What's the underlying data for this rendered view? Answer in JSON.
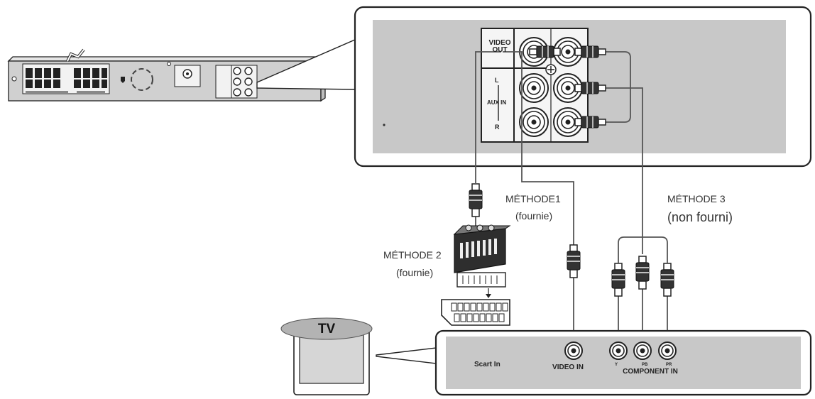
{
  "labels": {
    "method1": "MÉTHODE1",
    "method1_sub": "(fournie)",
    "method2": "MÉTHODE 2",
    "method2_sub": "(fournie)",
    "method3": "MÉTHODE 3",
    "method3_sub": "(non fourni)"
  },
  "tv": {
    "label": "TV"
  },
  "receiver_panel": {
    "video_out": "VIDEO OUT",
    "left": "L",
    "aux_in": "AUX IN",
    "right": "R"
  },
  "tv_panel": {
    "scart_in": "Scart In",
    "video_in": "VIDEO IN",
    "component_in": "COMPONENT IN",
    "y": "Y",
    "pb": "PB",
    "pr": "PR"
  },
  "colors": {
    "panel_gray": "#c8c8c8",
    "outline": "#222222",
    "cable": "#555555",
    "tv_dome": "#b3b3b3"
  }
}
